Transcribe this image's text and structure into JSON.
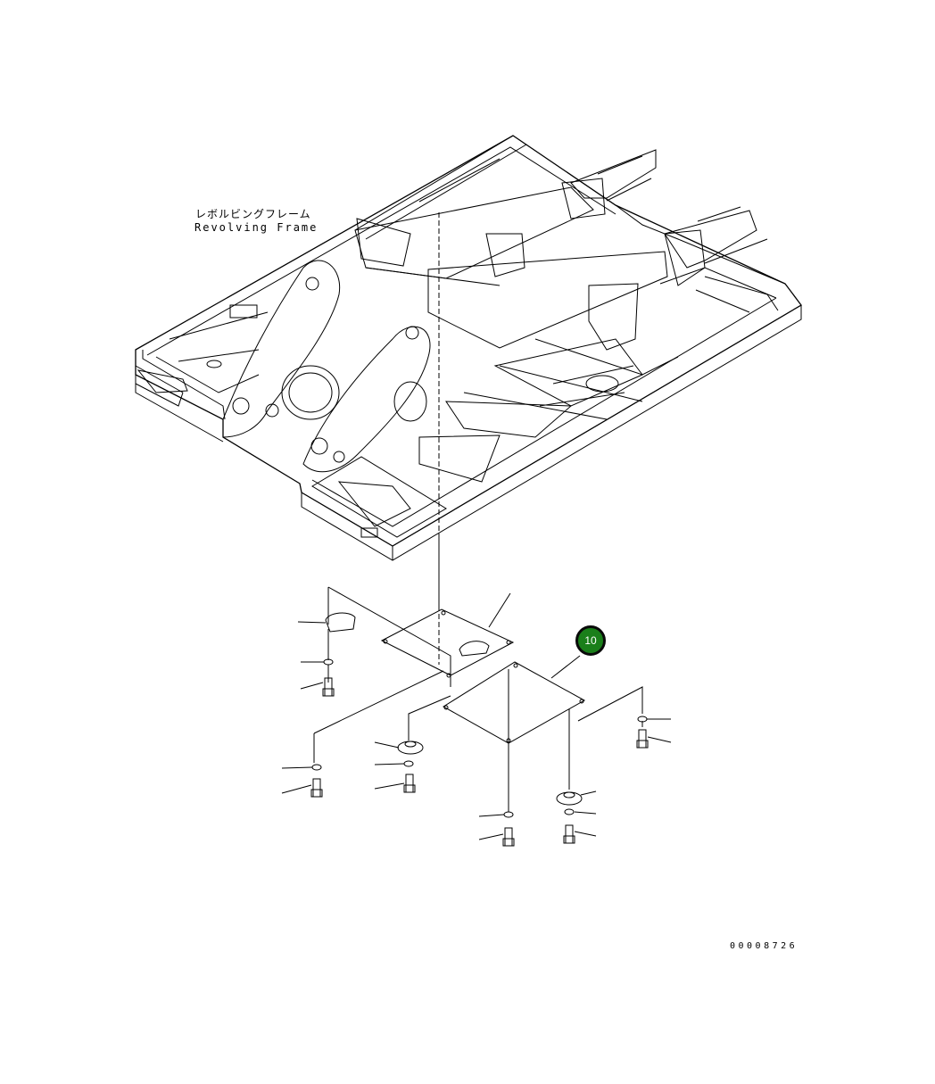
{
  "labels": {
    "part_name_jp": "レボルビングフレーム",
    "part_name_en": "Revolving Frame"
  },
  "callout": {
    "number": "10",
    "color": "#1a7f1a"
  },
  "drawing_code": "00008726"
}
